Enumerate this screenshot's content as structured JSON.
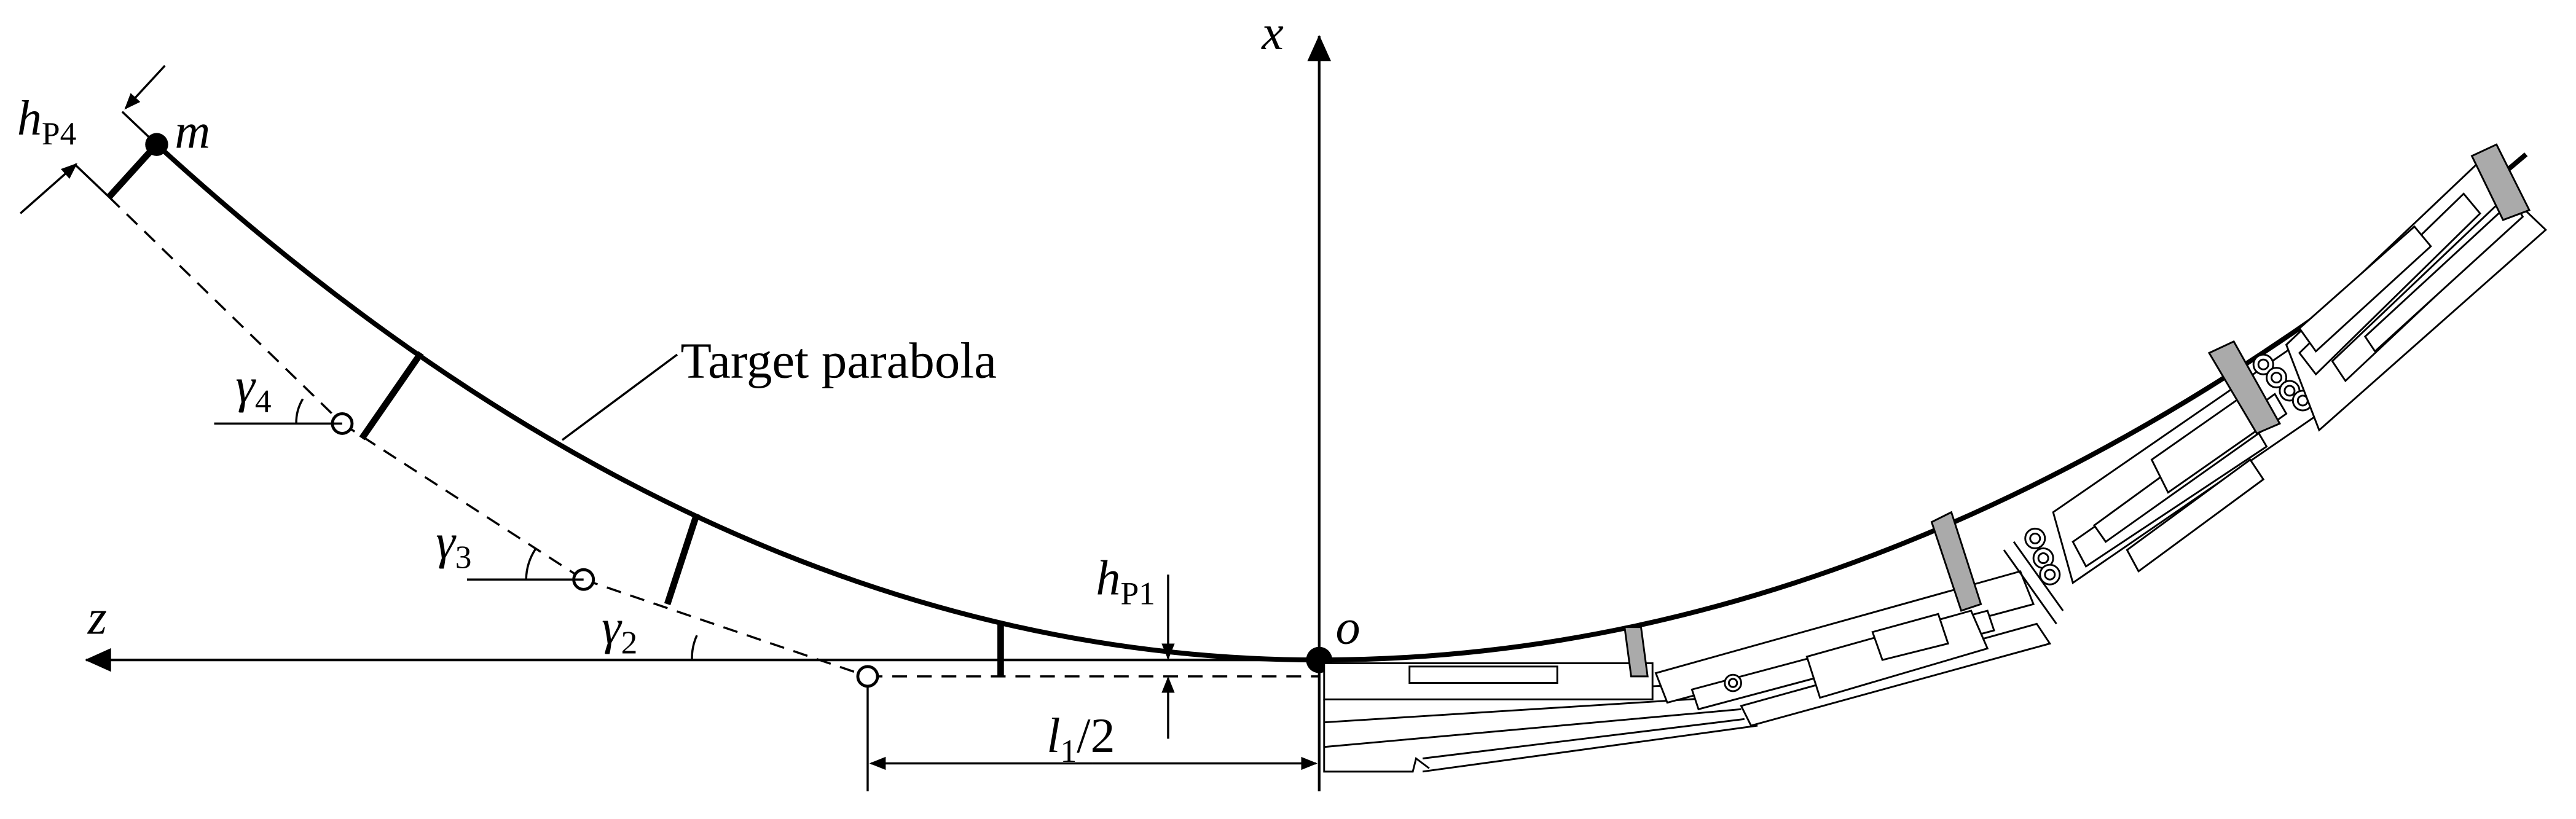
{
  "diagram": {
    "axes": {
      "x_label": "x",
      "z_label": "z",
      "origin_label": "o"
    },
    "callout": {
      "label": "Target parabola"
    },
    "points": {
      "tip_label": "m"
    },
    "dims": {
      "hp1": {
        "base": "h",
        "sub": "P1"
      },
      "hp4": {
        "base": "h",
        "sub": "P4"
      },
      "half_len": {
        "base": "l",
        "sub": "1",
        "tail": "/2"
      }
    },
    "angles": [
      {
        "base": "γ",
        "sub": "2"
      },
      {
        "base": "γ",
        "sub": "3"
      },
      {
        "base": "γ",
        "sub": "4"
      }
    ]
  }
}
